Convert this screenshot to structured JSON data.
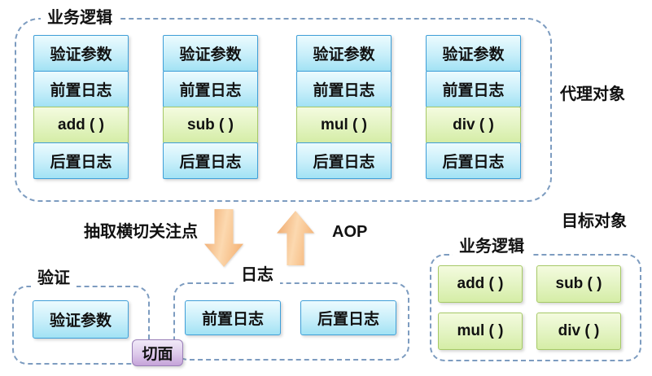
{
  "colors": {
    "dash_border": "#7d9cc0",
    "blue_box_border": "#3f9fd8",
    "blue_box_fill_top": "#ecfbfe",
    "blue_box_fill_bottom": "#a2e2f4",
    "green_box_border": "#a6c967",
    "green_box_fill_top": "#f4fbdf",
    "green_box_fill_bottom": "#d5eda6",
    "purple_box_border": "#9a7fb8",
    "purple_box_fill_bottom": "#c5a3d9",
    "arrow_orange": "#f5b277"
  },
  "proxy": {
    "group_label": "业务逻辑",
    "side_label": "代理对象",
    "columns": [
      {
        "cells": [
          "验证参数",
          "前置日志",
          "add ( )",
          "后置日志"
        ]
      },
      {
        "cells": [
          "验证参数",
          "前置日志",
          "sub ( )",
          "后置日志"
        ]
      },
      {
        "cells": [
          "验证参数",
          "前置日志",
          "mul ( )",
          "后置日志"
        ]
      },
      {
        "cells": [
          "验证参数",
          "前置日志",
          "div ( )",
          "后置日志"
        ]
      }
    ]
  },
  "flow": {
    "extract_label": "抽取横切关注点",
    "aop_label": "AOP"
  },
  "validation": {
    "group_label": "验证",
    "cells": [
      "验证参数"
    ]
  },
  "logging": {
    "group_label": "日志",
    "cells": [
      "前置日志",
      "后置日志"
    ]
  },
  "aspect": {
    "label": "切面"
  },
  "target": {
    "title": "目标对象",
    "group_label": "业务逻辑",
    "cells": [
      "add ( )",
      "sub ( )",
      "mul ( )",
      "div ( )"
    ]
  }
}
